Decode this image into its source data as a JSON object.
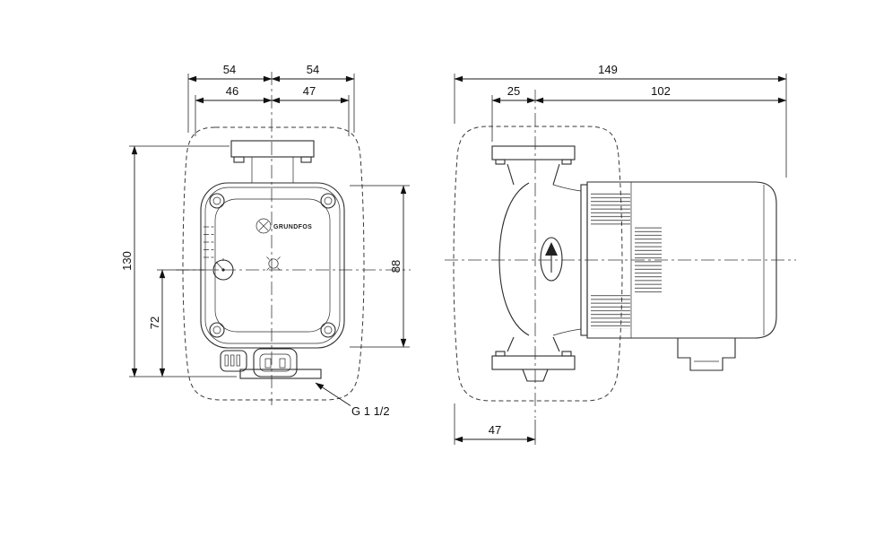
{
  "front_view": {
    "brand": "GRUNDFOS",
    "dims": {
      "top_half_left": "54",
      "top_half_right": "54",
      "upper_left": "46",
      "upper_right": "47",
      "overall_height": "130",
      "axis_to_base": "72",
      "body_height": "88",
      "connection": "G 1 1/2"
    }
  },
  "side_view": {
    "dims": {
      "overall_depth": "149",
      "flange_to_axis": "25",
      "axis_to_rear": "102",
      "front_to_axis": "47"
    }
  }
}
